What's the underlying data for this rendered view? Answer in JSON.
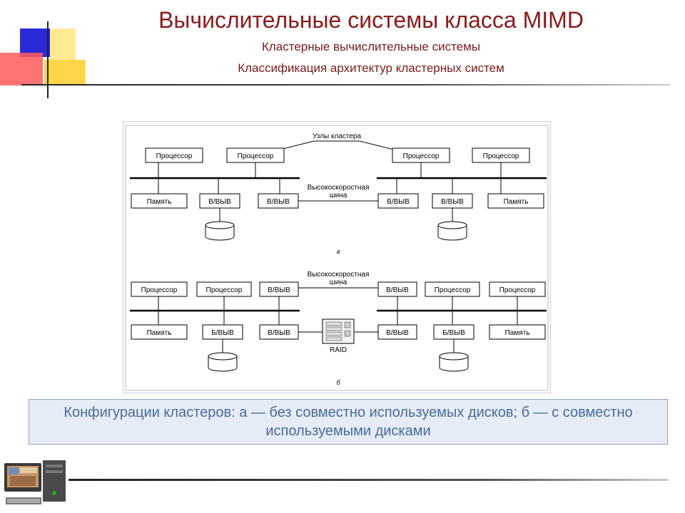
{
  "header": {
    "title": "Вычислительные системы класса MIMD",
    "subtitle1": "Кластерные вычислительные системы",
    "subtitle2": "Классификация архитектур кластерных систем"
  },
  "diagram": {
    "a": {
      "nodes_label": "Узлы кластера",
      "bus_label_line1": "Высокоскоростная",
      "bus_label_line2": "шина",
      "left_top": [
        "Процессор",
        "Процессор"
      ],
      "left_bottom": [
        "Память",
        "В/ВЫВ",
        "В/ВЫВ"
      ],
      "right_top": [
        "Процессор",
        "Процессор"
      ],
      "right_bottom": [
        "В/ВЫВ",
        "В/ВЫВ",
        "Память"
      ],
      "sublabel": "а"
    },
    "b": {
      "bus_label_line1": "Высокоскоростная",
      "bus_label_line2": "шина",
      "left_top": [
        "Процессор",
        "Процессор",
        "В/ВЫВ"
      ],
      "left_bottom": [
        "Память",
        "Б/ВЫВ",
        "В/ВЫВ"
      ],
      "right_top": [
        "В/ВЫВ",
        "Процессор",
        "Процессор"
      ],
      "right_bottom": [
        "В/ВЫВ",
        "Б/ВЫВ",
        "Память"
      ],
      "raid_label": "RAID",
      "sublabel": "б"
    }
  },
  "caption": "Конфигурации кластеров: а — без совместно используемых дисков; б — с совместно используемыми дисками",
  "colors": {
    "title": "#8b1a1a",
    "caption_text": "#4a6a9a",
    "caption_bg": "#e6ecf5",
    "deco_blue": "#2a2ad8",
    "deco_red": "#ff4a4a",
    "deco_yellow": "#ffd54a"
  },
  "icons": {
    "corner": "computer-workstation-icon"
  }
}
